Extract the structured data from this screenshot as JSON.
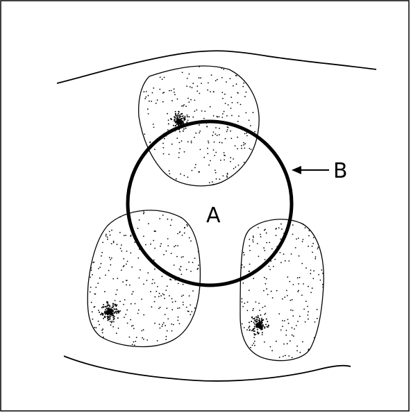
{
  "diagram": {
    "labels": {
      "region_a": "A",
      "boundary_b": "B"
    },
    "colors": {
      "ink": "#000000",
      "background": "#ffffff",
      "frame": "#000000"
    },
    "shapes": {
      "upper_blob": "stippled-cell",
      "lower_left_blob": "stippled-cell",
      "lower_right_blob": "stippled-cell",
      "central_circle": "bold-circle",
      "pointer": "arrow"
    }
  }
}
